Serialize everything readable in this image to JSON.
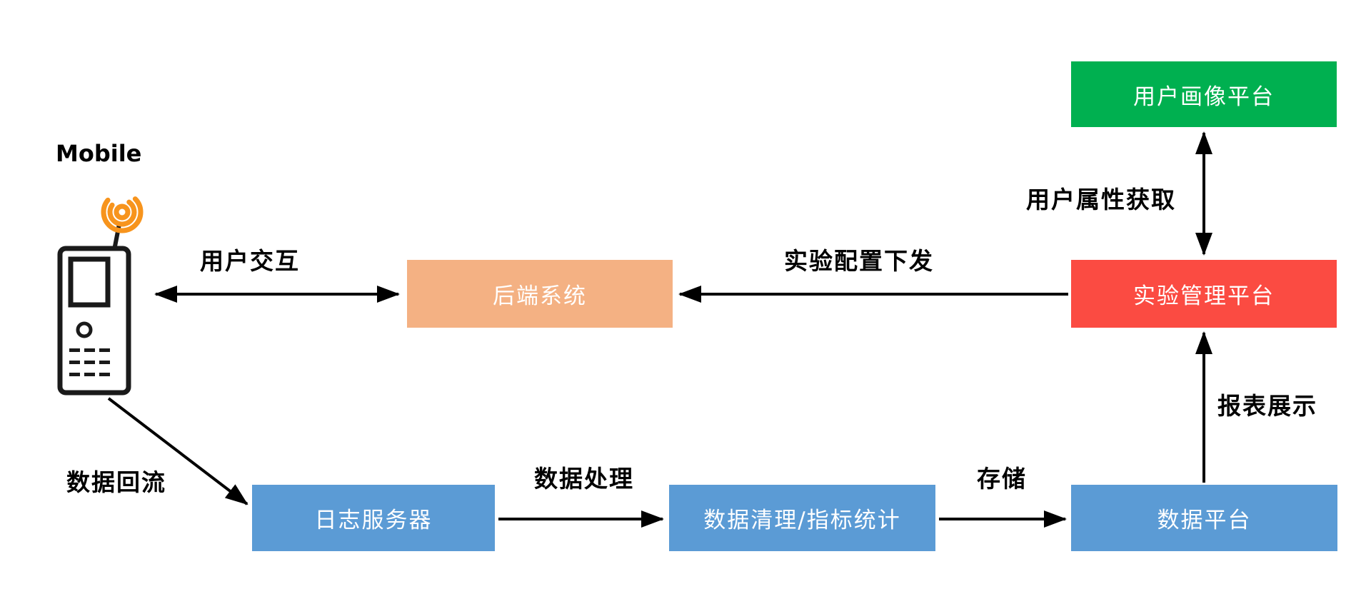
{
  "diagram": {
    "mobile_label": "Mobile",
    "nodes": {
      "user_profile": {
        "label": "用户画像平台",
        "color": "#00B050"
      },
      "backend": {
        "label": "后端系统",
        "color": "#F4B183"
      },
      "experiment": {
        "label": "实验管理平台",
        "color": "#FB4B42"
      },
      "log_server": {
        "label": "日志服务器",
        "color": "#5B9BD5"
      },
      "data_clean": {
        "label": "数据清理/指标统计",
        "color": "#5B9BD5"
      },
      "data_platform": {
        "label": "数据平台",
        "color": "#5B9BD5"
      }
    },
    "edges": {
      "user_interaction": "用户交互",
      "config_push": "实验配置下发",
      "user_attr": "用户属性获取",
      "data_backflow": "数据回流",
      "data_process": "数据处理",
      "store": "存储",
      "report": "报表展示"
    },
    "colors": {
      "arrow": "#000000",
      "node_text": "#ffffff",
      "signal_icon": "#F7941D"
    }
  }
}
